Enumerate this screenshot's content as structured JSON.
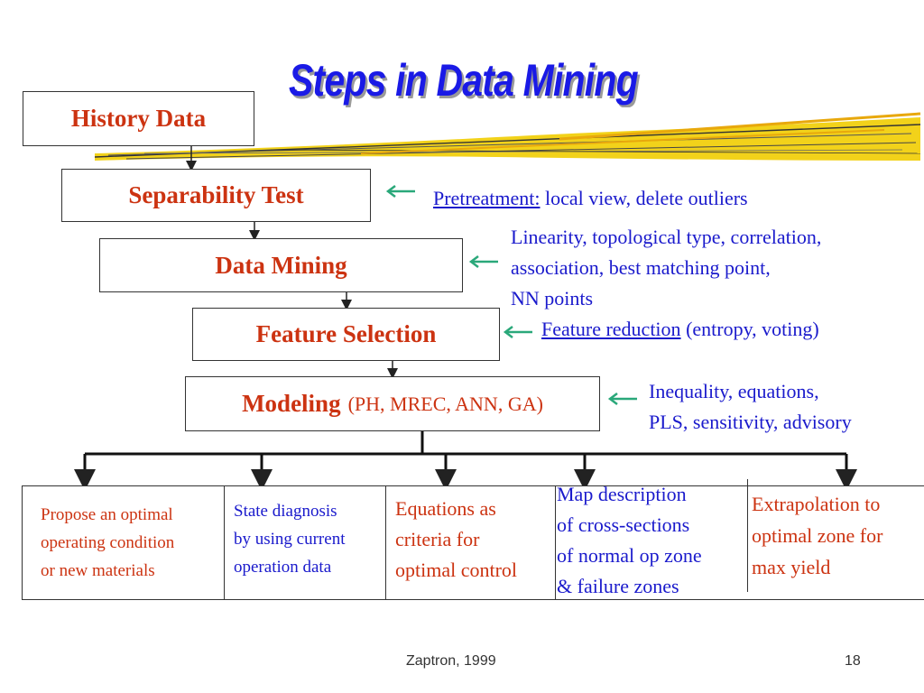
{
  "slide": {
    "title": "Steps in Data Mining",
    "steps": {
      "history": "History Data",
      "separability": "Separability Test",
      "mining": "Data Mining",
      "feature": "Feature Selection",
      "modeling": "Modeling",
      "modeling_methods": "(PH, MREC, ANN, GA)"
    },
    "notes": {
      "pretreatment_label": "Pretreatment:",
      "pretreatment_text": "local view, delete outliers",
      "mining_line1": "Linearity, topological type, correlation,",
      "mining_line2": "association, best matching point,",
      "mining_line3": "NN points",
      "feature_label": "Feature reduction",
      "feature_text": "(entropy, voting)",
      "modeling_line1": "Inequality, equations,",
      "modeling_line2": "PLS, sensitivity, advisory"
    },
    "outcomes": [
      {
        "lines": [
          "Propose an optimal",
          "operating condition",
          "or new materials"
        ]
      },
      {
        "lines": [
          "State diagnosis",
          "by using current",
          "operation data"
        ]
      },
      {
        "lines": [
          "Equations as",
          "criteria for",
          "optimal control"
        ]
      },
      {
        "lines": [
          "Map description",
          "of cross-sections",
          "of normal op zone",
          "& failure zones"
        ]
      },
      {
        "lines": [
          "Extrapolation to",
          "optimal zone for",
          "max yield"
        ]
      }
    ],
    "footer": {
      "author": "Zaptron, 1999",
      "page": "18"
    },
    "colors": {
      "title": "#1a1ae6",
      "step_text": "#cc3311",
      "note_text": "#1a1acc",
      "arrow": "#2aa87a"
    }
  }
}
